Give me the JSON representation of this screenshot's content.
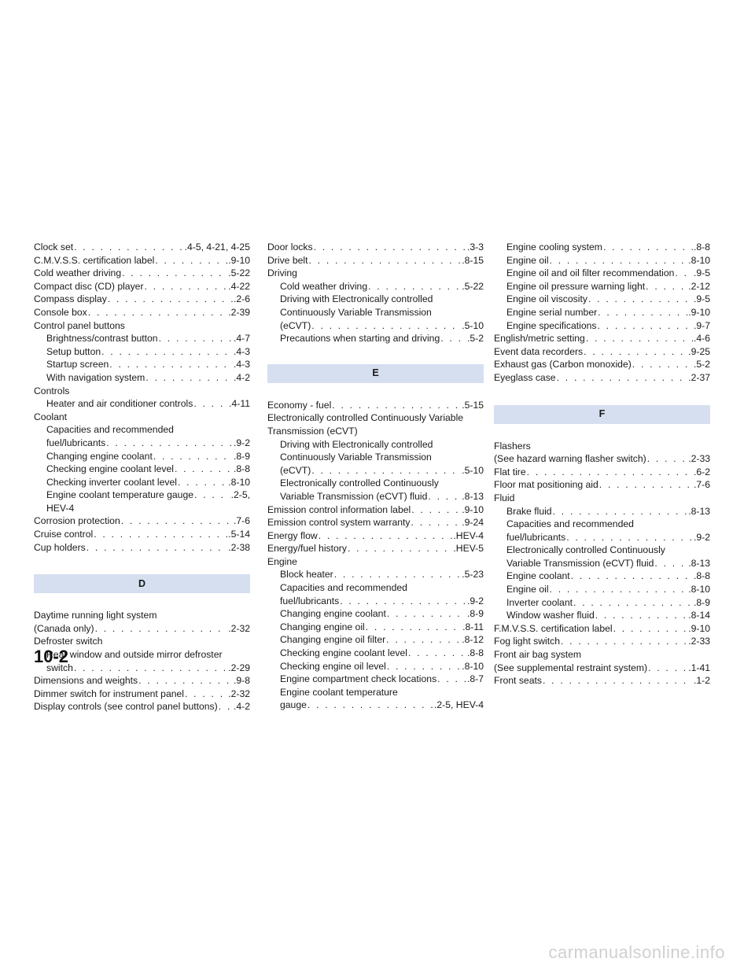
{
  "page_number": "10-2",
  "watermark": "carmanualsonline.info",
  "col1": {
    "entries_a": [
      {
        "text": "Clock set",
        "page": ".4-5, 4-21, 4-25"
      },
      {
        "text": "C.M.V.S.S. certification label",
        "page": ".9-10"
      },
      {
        "text": "Cold weather driving",
        "page": ".5-22"
      },
      {
        "text": "Compact disc (CD) player",
        "page": ".4-22"
      },
      {
        "text": "Compass display",
        "page": ".2-6"
      },
      {
        "text": "Console box",
        "page": ".2-39"
      }
    ],
    "control_panel": "Control panel buttons",
    "control_panel_items": [
      {
        "text": "Brightness/contrast button",
        "page": ".4-7"
      },
      {
        "text": "Setup button",
        "page": ".4-3"
      },
      {
        "text": "Startup screen",
        "page": ".4-3"
      },
      {
        "text": "With navigation system",
        "page": ".4-2"
      }
    ],
    "controls": "Controls",
    "controls_item": {
      "text": "Heater and air conditioner controls",
      "page": ".4-11"
    },
    "coolant": "Coolant",
    "coolant_cap1": "Capacities and recommended",
    "coolant_cap2": {
      "text": "fuel/lubricants",
      "page": ".9-2"
    },
    "coolant_items": [
      {
        "text": "Changing engine coolant",
        "page": ".8-9"
      },
      {
        "text": "Checking engine coolant level",
        "page": ".8-8"
      },
      {
        "text": "Checking inverter coolant level",
        "page": ".8-10"
      },
      {
        "text": "Engine coolant temperature gauge",
        "page": ".2-5,"
      }
    ],
    "coolant_tail": "HEV-4",
    "entries_b": [
      {
        "text": "Corrosion protection",
        "page": ".7-6"
      },
      {
        "text": "Cruise control",
        "page": ".5-14"
      },
      {
        "text": "Cup holders",
        "page": ".2-38"
      }
    ],
    "heading_d": "D",
    "drl1": "Daytime running light system",
    "drl2": {
      "text": "(Canada only)",
      "page": ".2-32"
    },
    "defroster": "Defroster switch",
    "defroster1": "Rear window and outside mirror defroster",
    "defroster2": {
      "text": "switch",
      "page": ".2-29"
    },
    "entries_c": [
      {
        "text": "Dimensions and weights",
        "page": ".9-8"
      },
      {
        "text": "Dimmer switch for instrument panel",
        "page": ".2-32"
      },
      {
        "text": "Display controls (see control panel buttons)",
        "page": ".4-2"
      }
    ]
  },
  "col2": {
    "entries_a": [
      {
        "text": "Door locks",
        "page": ".3-3"
      },
      {
        "text": "Drive belt",
        "page": ".8-15"
      }
    ],
    "driving": "Driving",
    "driving_cold": {
      "text": "Cold weather driving",
      "page": ".5-22"
    },
    "driving_ecvt1": "Driving with Electronically controlled",
    "driving_ecvt2": "Continuously Variable Transmission",
    "driving_ecvt3": {
      "text": "(eCVT)",
      "page": ".5-10"
    },
    "driving_prec": {
      "text": "Precautions when starting and driving",
      "page": ".5-2"
    },
    "heading_e": "E",
    "economy": {
      "text": "Economy - fuel",
      "page": ".5-15"
    },
    "ecvt_head1": "Electronically controlled Continuously Variable",
    "ecvt_head2": "Transmission (eCVT)",
    "ecvt_drv1": "Driving with Electronically controlled",
    "ecvt_drv2": "Continuously Variable Transmission",
    "ecvt_drv3": {
      "text": "(eCVT)",
      "page": ".5-10"
    },
    "ecvt_fluid1": "Electronically controlled Continuously",
    "ecvt_fluid2": {
      "text": "Variable Transmission (eCVT) fluid",
      "page": ".8-13"
    },
    "entries_b": [
      {
        "text": "Emission control information label",
        "page": ".9-10"
      },
      {
        "text": "Emission control system warranty",
        "page": ".9-24"
      },
      {
        "text": "Energy flow",
        "page": ".HEV-4"
      },
      {
        "text": "Energy/fuel history",
        "page": ".HEV-5"
      }
    ],
    "engine": "Engine",
    "engine_block": {
      "text": "Block heater",
      "page": ".5-23"
    },
    "engine_cap1": "Capacities and recommended",
    "engine_cap2": {
      "text": "fuel/lubricants",
      "page": ".9-2"
    },
    "engine_items": [
      {
        "text": "Changing engine coolant",
        "page": ".8-9"
      },
      {
        "text": "Changing engine oil",
        "page": ".8-11"
      },
      {
        "text": "Changing engine oil filter",
        "page": ".8-12"
      },
      {
        "text": "Checking engine coolant level",
        "page": ".8-8"
      },
      {
        "text": "Checking engine oil level",
        "page": ".8-10"
      },
      {
        "text": "Engine compartment check locations",
        "page": ".8-7"
      }
    ],
    "engine_temp1": "Engine coolant temperature",
    "engine_temp2": {
      "text": "gauge",
      "page": ".2-5, HEV-4"
    }
  },
  "col3": {
    "engine_items": [
      {
        "text": "Engine cooling system",
        "page": ".8-8"
      },
      {
        "text": "Engine oil",
        "page": ".8-10"
      }
    ],
    "oil_filter": {
      "text": "Engine oil and oil filter recommendation",
      "page": ".9-5"
    },
    "engine_items2": [
      {
        "text": "Engine oil pressure warning light",
        "page": ".2-12"
      },
      {
        "text": "Engine oil viscosity",
        "page": ".9-5"
      },
      {
        "text": "Engine serial number",
        "page": ".9-10"
      },
      {
        "text": "Engine specifications",
        "page": ".9-7"
      }
    ],
    "entries_a": [
      {
        "text": "English/metric setting",
        "page": ".4-6"
      },
      {
        "text": "Event data recorders",
        "page": ".9-25"
      },
      {
        "text": "Exhaust gas (Carbon monoxide)",
        "page": ".5-2"
      },
      {
        "text": "Eyeglass case",
        "page": ".2-37"
      }
    ],
    "heading_f": "F",
    "flashers": "Flashers",
    "flashers2": {
      "text": "(See hazard warning flasher switch)",
      "page": ".2-33"
    },
    "entries_b": [
      {
        "text": "Flat tire",
        "page": ".6-2"
      },
      {
        "text": "Floor mat positioning aid",
        "page": ".7-6"
      }
    ],
    "fluid": "Fluid",
    "fluid_brake": {
      "text": "Brake fluid",
      "page": ".8-13"
    },
    "fluid_cap1": "Capacities and recommended",
    "fluid_cap2": {
      "text": "fuel/lubricants",
      "page": ".9-2"
    },
    "fluid_ecvt1": "Electronically controlled Continuously",
    "fluid_ecvt2": {
      "text": "Variable Transmission (eCVT) fluid",
      "page": ".8-13"
    },
    "fluid_items": [
      {
        "text": "Engine coolant",
        "page": ".8-8"
      },
      {
        "text": "Engine oil",
        "page": ".8-10"
      },
      {
        "text": "Inverter coolant",
        "page": ".8-9"
      },
      {
        "text": "Window washer fluid",
        "page": ".8-14"
      }
    ],
    "entries_c": [
      {
        "text": "F.M.V.S.S. certification label",
        "page": ".9-10"
      },
      {
        "text": "Fog light switch",
        "page": ".2-33"
      }
    ],
    "airbag1": "Front air bag system",
    "airbag2": {
      "text": "(See supplemental restraint system)",
      "page": ".1-41"
    },
    "front_seats": {
      "text": "Front seats",
      "page": ".1-2"
    }
  }
}
